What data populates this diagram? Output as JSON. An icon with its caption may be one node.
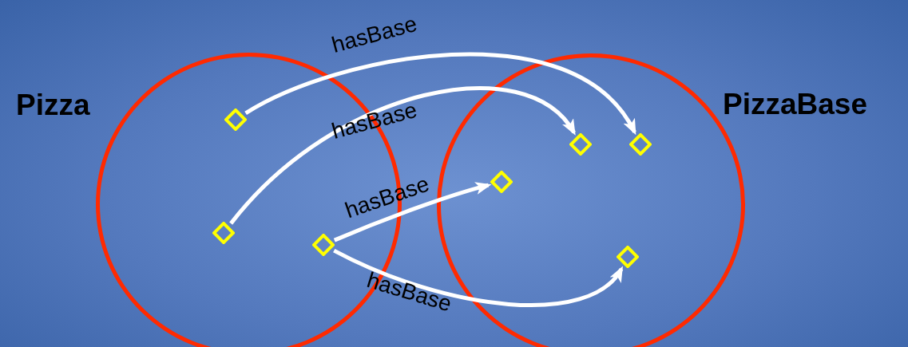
{
  "diagram": {
    "nodes": [
      {
        "text": [
          "Pizza"
        ]
      },
      {
        "text": [
          "PizzaBase"
        ]
      },
      {
        "text": [],
        "shape": "diamond",
        "in": 0
      },
      {
        "text": [],
        "shape": "diamond",
        "in": 0
      },
      {
        "text": [],
        "shape": "diamond",
        "in": 0
      },
      {
        "text": [],
        "shape": "diamond",
        "in": 1
      },
      {
        "text": [],
        "shape": "diamond",
        "in": 1
      },
      {
        "text": [],
        "shape": "diamond",
        "in": 1
      },
      {
        "text": [],
        "shape": "diamond",
        "in": 1
      }
    ],
    "edges": [
      {
        "from": 2,
        "to": 6,
        "arrow": "to",
        "label": "hasBase"
      },
      {
        "from": 3,
        "to": 5,
        "arrow": "to",
        "label": "hasBase"
      },
      {
        "from": 4,
        "to": 7,
        "arrow": "to",
        "label": "hasBase"
      },
      {
        "from": 4,
        "to": 8,
        "arrow": "to",
        "label": "hasBase"
      }
    ]
  }
}
